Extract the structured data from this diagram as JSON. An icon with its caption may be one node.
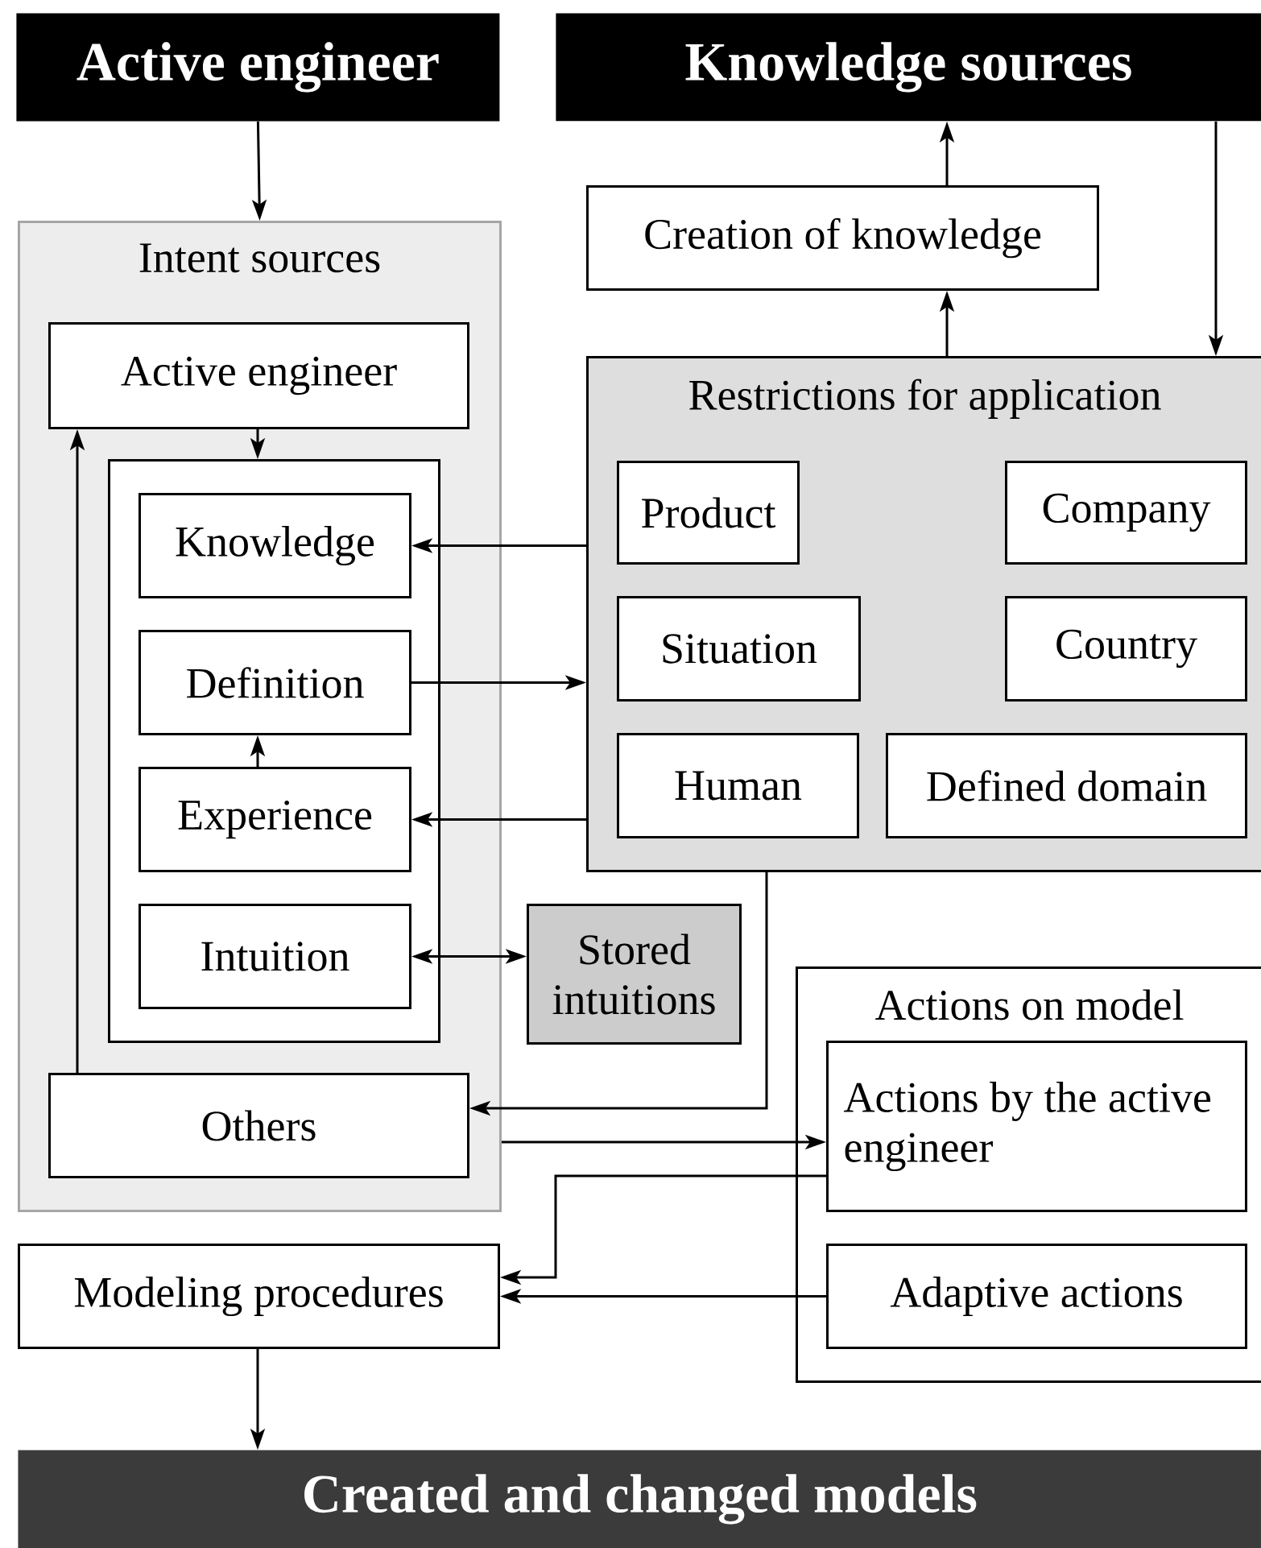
{
  "diagram": {
    "nodes": [
      {
        "text": [
          "Active engineer"
        ]
      },
      {
        "text": [
          "Knowledge sources"
        ]
      },
      {
        "text": [
          "Intent sources"
        ]
      },
      {
        "text": [
          "Active engineer"
        ],
        "in": 2
      },
      {
        "text": [],
        "shape": "box",
        "in": 2
      },
      {
        "text": [
          "Knowledge"
        ],
        "in": 4
      },
      {
        "text": [
          "Definition"
        ],
        "in": 4
      },
      {
        "text": [
          "Experience"
        ],
        "in": 4
      },
      {
        "text": [
          "Intuition"
        ],
        "in": 4
      },
      {
        "text": [
          "Others"
        ],
        "in": 2
      },
      {
        "text": [
          "Creation of  knowledge"
        ]
      },
      {
        "text": [
          "Restrictions for application"
        ]
      },
      {
        "text": [
          "Product"
        ],
        "in": 11
      },
      {
        "text": [
          "Company"
        ],
        "in": 11
      },
      {
        "text": [
          "Situation"
        ],
        "in": 11
      },
      {
        "text": [
          "Country"
        ],
        "in": 11
      },
      {
        "text": [
          "Human"
        ],
        "in": 11
      },
      {
        "text": [
          "Defined domain"
        ],
        "in": 11
      },
      {
        "text": [
          "Stored intuitions"
        ]
      },
      {
        "text": [
          "Actions on model"
        ]
      },
      {
        "text": [
          "Actions by the active engineer"
        ],
        "in": 19
      },
      {
        "text": [
          "Adaptive actions"
        ],
        "in": 19
      },
      {
        "text": [
          "Modeling procedures"
        ]
      },
      {
        "text": [
          "Created and changed models"
        ]
      }
    ],
    "edges": [
      {
        "from": 0,
        "to": 2,
        "arrow": "to"
      },
      {
        "from": 10,
        "to": 1,
        "arrow": "to"
      },
      {
        "from": 11,
        "to": 10,
        "arrow": "to"
      },
      {
        "from": 1,
        "to": 11,
        "arrow": "to"
      },
      {
        "from": 3,
        "to": 4,
        "arrow": "to"
      },
      {
        "from": 11,
        "to": 5,
        "arrow": "to"
      },
      {
        "from": 6,
        "to": 11,
        "arrow": "to"
      },
      {
        "from": 11,
        "to": 7,
        "arrow": "to"
      },
      {
        "from": 7,
        "to": 6,
        "arrow": "to"
      },
      {
        "from": 8,
        "to": 18,
        "arrow": "both"
      },
      {
        "from": 11,
        "to": 9,
        "arrow": "to"
      },
      {
        "from": 2,
        "to": 20,
        "arrow": "to"
      },
      {
        "from": 9,
        "to": 3,
        "arrow": "to"
      },
      {
        "from": 20,
        "to": 22,
        "arrow": "to"
      },
      {
        "from": 21,
        "to": 22,
        "arrow": "to"
      },
      {
        "from": 22,
        "to": 23,
        "arrow": "to"
      }
    ]
  }
}
